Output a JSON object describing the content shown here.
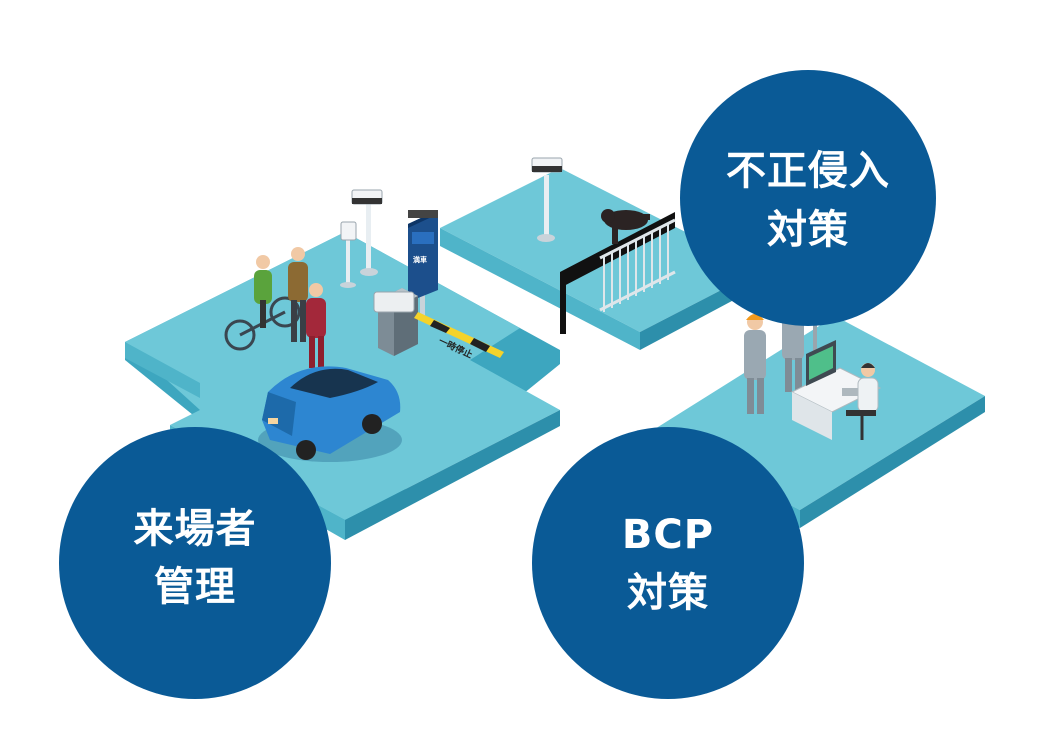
{
  "circles": {
    "visitor": {
      "line1": "来場者",
      "line2": "管理",
      "color": "#0a5a96"
    },
    "intrusion": {
      "line1": "不正侵入",
      "line2": "対策",
      "color": "#0a5a96"
    },
    "bcp": {
      "line1": "BCP",
      "line2": "対策",
      "color": "#0a5a96"
    }
  },
  "signs": {
    "barrier_text": "一時停止",
    "sign_title": "満車"
  },
  "colors": {
    "platform_top": "#6ec8d8",
    "platform_side": "#3da6bf",
    "platform_edge": "#a9dfe8",
    "circle": "#0a5a96"
  }
}
